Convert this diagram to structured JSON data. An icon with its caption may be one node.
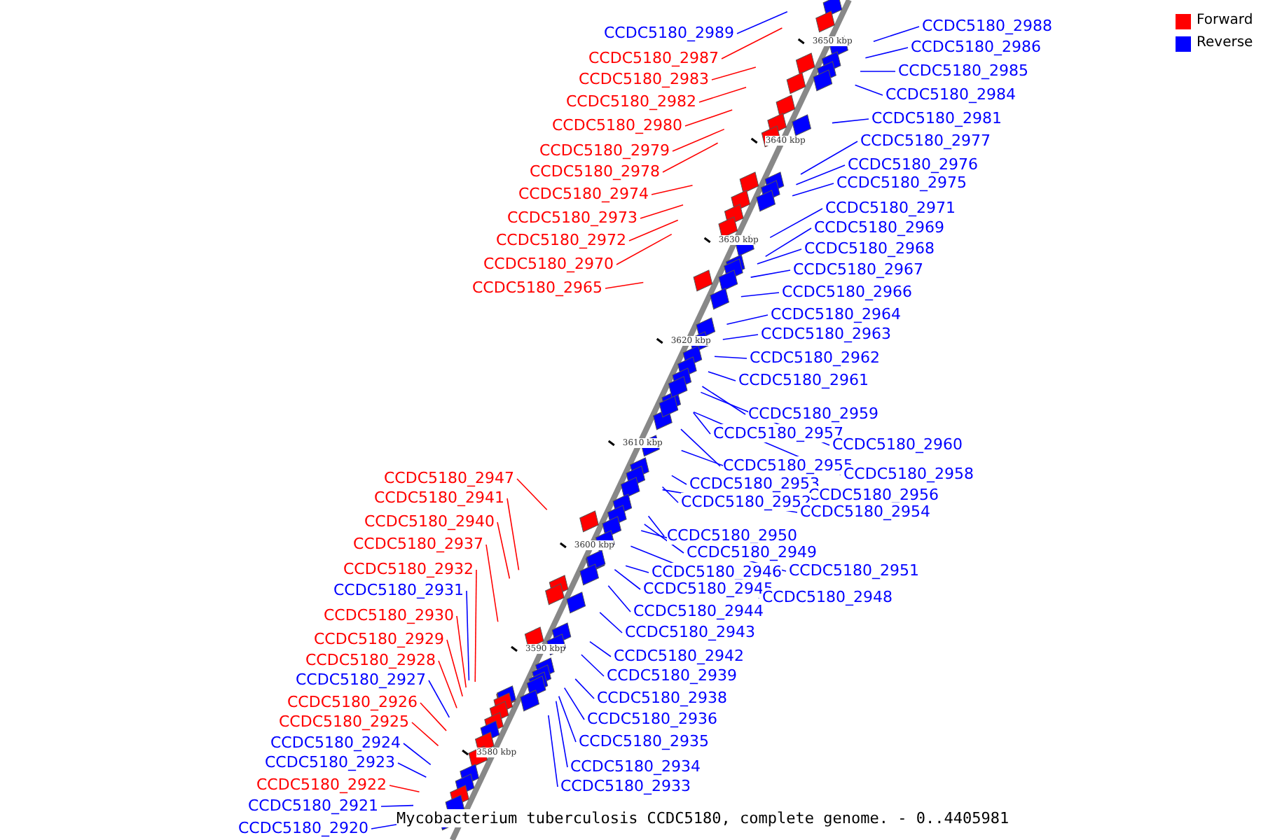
{
  "diagram": {
    "caption": "Mycobacterium tuberculosis CCDC5180, complete genome. - 0..4405981",
    "nodes": [
      {
        "text": [
          "CCDC5180_2988"
        ]
      },
      {
        "text": [
          "CCDC5180_2989"
        ]
      },
      {
        "text": [
          "CCDC5180_2986"
        ]
      },
      {
        "text": [
          "CCDC5180_2987"
        ]
      },
      {
        "text": [
          "CCDC5180_2985"
        ]
      },
      {
        "text": [
          "CCDC5180_2983"
        ]
      },
      {
        "text": [
          "CCDC5180_2984"
        ]
      },
      {
        "text": [
          "CCDC5180_2982"
        ]
      },
      {
        "text": [
          "CCDC5180_2981"
        ]
      },
      {
        "text": [
          "CCDC5180_2980"
        ]
      },
      {
        "text": [
          "CCDC5180_2977"
        ]
      },
      {
        "text": [
          "CCDC5180_2979"
        ]
      },
      {
        "text": [
          "CCDC5180_2976"
        ]
      },
      {
        "text": [
          "CCDC5180_2978"
        ]
      },
      {
        "text": [
          "CCDC5180_2975"
        ]
      },
      {
        "text": [
          "CCDC5180_2974"
        ]
      },
      {
        "text": [
          "CCDC5180_2971"
        ]
      },
      {
        "text": [
          "CCDC5180_2973"
        ]
      },
      {
        "text": [
          "CCDC5180_2969"
        ]
      },
      {
        "text": [
          "CCDC5180_2972"
        ]
      },
      {
        "text": [
          "CCDC5180_2968"
        ]
      },
      {
        "text": [
          "CCDC5180_2970"
        ]
      },
      {
        "text": [
          "CCDC5180_2967"
        ]
      },
      {
        "text": [
          "CCDC5180_2965"
        ]
      },
      {
        "text": [
          "CCDC5180_2966"
        ]
      },
      {
        "text": [
          "CCDC5180_2964"
        ]
      },
      {
        "text": [
          "CCDC5180_2963"
        ]
      },
      {
        "text": [
          "CCDC5180_2962"
        ]
      },
      {
        "text": [
          "CCDC5180_2961"
        ]
      },
      {
        "text": [
          "CCDC5180_2959"
        ]
      },
      {
        "text": [
          "CCDC5180_2957"
        ]
      },
      {
        "text": [
          "CCDC5180_2960"
        ]
      },
      {
        "text": [
          "CCDC5180_2955"
        ]
      },
      {
        "text": [
          "CCDC5180_2958"
        ]
      },
      {
        "text": [
          "CCDC5180_2947"
        ]
      },
      {
        "text": [
          "CCDC5180_2953"
        ]
      },
      {
        "text": [
          "CCDC5180_2956"
        ]
      },
      {
        "text": [
          "CCDC5180_2941"
        ]
      },
      {
        "text": [
          "CCDC5180_2952"
        ]
      },
      {
        "text": [
          "CCDC5180_2954"
        ]
      },
      {
        "text": [
          "CCDC5180_2940"
        ]
      },
      {
        "text": [
          "CCDC5180_2950"
        ]
      },
      {
        "text": [
          "CCDC5180_2937"
        ]
      },
      {
        "text": [
          "CCDC5180_2949"
        ]
      },
      {
        "text": [
          "CCDC5180_2932"
        ]
      },
      {
        "text": [
          "CCDC5180_2951"
        ]
      },
      {
        "text": [
          "CCDC5180_2946"
        ]
      },
      {
        "text": [
          "CCDC5180_2945"
        ]
      },
      {
        "text": [
          "CCDC5180_2931"
        ]
      },
      {
        "text": [
          "CCDC5180_2948"
        ]
      },
      {
        "text": [
          "CCDC5180_2944"
        ]
      },
      {
        "text": [
          "CCDC5180_2930"
        ]
      },
      {
        "text": [
          "CCDC5180_2943"
        ]
      },
      {
        "text": [
          "CCDC5180_2929"
        ]
      },
      {
        "text": [
          "CCDC5180_2942"
        ]
      },
      {
        "text": [
          "CCDC5180_2928"
        ]
      },
      {
        "text": [
          "CCDC5180_2939"
        ]
      },
      {
        "text": [
          "CCDC5180_2927"
        ]
      },
      {
        "text": [
          "CCDC5180_2938"
        ]
      },
      {
        "text": [
          "CCDC5180_2926"
        ]
      },
      {
        "text": [
          "CCDC5180_2936"
        ]
      },
      {
        "text": [
          "CCDC5180_2925"
        ]
      },
      {
        "text": [
          "CCDC5180_2935"
        ]
      },
      {
        "text": [
          "CCDC5180_2924"
        ]
      },
      {
        "text": [
          "CCDC5180_2923"
        ]
      },
      {
        "text": [
          "CCDC5180_2934"
        ]
      },
      {
        "text": [
          "CCDC5180_2922"
        ]
      },
      {
        "text": [
          "CCDC5180_2933"
        ]
      },
      {
        "text": [
          "CCDC5180_2921"
        ]
      },
      {
        "text": [
          "CCDC5180_2920"
        ]
      }
    ],
    "edges": [
      {
        "from": 0,
        "to": null,
        "arrow": "none"
      },
      {
        "from": 1,
        "to": null,
        "arrow": "none"
      },
      {
        "from": 2,
        "to": null,
        "arrow": "none"
      },
      {
        "from": 3,
        "to": null,
        "arrow": "none",
        "color": "#ff0000"
      },
      {
        "from": 4,
        "to": null,
        "arrow": "none"
      },
      {
        "from": 5,
        "to": null,
        "arrow": "none",
        "color": "#ff0000"
      },
      {
        "from": 6,
        "to": null,
        "arrow": "none"
      },
      {
        "from": 7,
        "to": null,
        "arrow": "none",
        "color": "#ff0000"
      },
      {
        "from": 8,
        "to": null,
        "arrow": "none"
      },
      {
        "from": 9,
        "to": null,
        "arrow": "none",
        "color": "#ff0000"
      },
      {
        "from": 10,
        "to": null,
        "arrow": "none"
      },
      {
        "from": 11,
        "to": null,
        "arrow": "none",
        "color": "#ff0000"
      },
      {
        "from": 12,
        "to": null,
        "arrow": "none"
      },
      {
        "from": 13,
        "to": null,
        "arrow": "none",
        "color": "#ff0000"
      },
      {
        "from": 14,
        "to": null,
        "arrow": "none"
      },
      {
        "from": 15,
        "to": null,
        "arrow": "none",
        "color": "#ff0000"
      },
      {
        "from": 16,
        "to": null,
        "arrow": "none"
      },
      {
        "from": 17,
        "to": null,
        "arrow": "none",
        "color": "#ff0000"
      },
      {
        "from": 18,
        "to": null,
        "arrow": "none"
      },
      {
        "from": 19,
        "to": null,
        "arrow": "none",
        "color": "#ff0000"
      },
      {
        "from": 20,
        "to": null,
        "arrow": "none"
      },
      {
        "from": 21,
        "to": null,
        "arrow": "none",
        "color": "#ff0000"
      },
      {
        "from": 22,
        "to": null,
        "arrow": "none"
      },
      {
        "from": 23,
        "to": null,
        "arrow": "none",
        "color": "#ff0000"
      },
      {
        "from": 24,
        "to": null,
        "arrow": "none"
      },
      {
        "from": 25,
        "to": null,
        "arrow": "none"
      },
      {
        "from": 26,
        "to": null,
        "arrow": "none"
      },
      {
        "from": 27,
        "to": null,
        "arrow": "none"
      },
      {
        "from": 28,
        "to": null,
        "arrow": "none"
      },
      {
        "from": 29,
        "to": null,
        "arrow": "none"
      },
      {
        "from": 30,
        "to": null,
        "arrow": "none"
      },
      {
        "from": 31,
        "to": null,
        "arrow": "none"
      },
      {
        "from": 32,
        "to": null,
        "arrow": "none"
      },
      {
        "from": 33,
        "to": null,
        "arrow": "none"
      },
      {
        "from": 34,
        "to": null,
        "arrow": "none",
        "color": "#ff0000"
      },
      {
        "from": 35,
        "to": null,
        "arrow": "none"
      },
      {
        "from": 36,
        "to": null,
        "arrow": "none"
      },
      {
        "from": 37,
        "to": null,
        "arrow": "none",
        "color": "#ff0000"
      },
      {
        "from": 38,
        "to": null,
        "arrow": "none"
      },
      {
        "from": 39,
        "to": null,
        "arrow": "none"
      },
      {
        "from": 40,
        "to": null,
        "arrow": "none",
        "color": "#ff0000"
      },
      {
        "from": 41,
        "to": null,
        "arrow": "none"
      },
      {
        "from": 42,
        "to": null,
        "arrow": "none",
        "color": "#ff0000"
      },
      {
        "from": 43,
        "to": null,
        "arrow": "none"
      },
      {
        "from": 44,
        "to": null,
        "arrow": "none",
        "color": "#ff0000"
      },
      {
        "from": 45,
        "to": null,
        "arrow": "none"
      },
      {
        "from": 46,
        "to": null,
        "arrow": "none"
      },
      {
        "from": 47,
        "to": null,
        "arrow": "none"
      },
      {
        "from": 48,
        "to": null,
        "arrow": "none"
      },
      {
        "from": 49,
        "to": null,
        "arrow": "none"
      },
      {
        "from": 50,
        "to": null,
        "arrow": "none"
      },
      {
        "from": 51,
        "to": null,
        "arrow": "none",
        "color": "#ff0000"
      },
      {
        "from": 52,
        "to": null,
        "arrow": "none"
      },
      {
        "from": 53,
        "to": null,
        "arrow": "none",
        "color": "#ff0000"
      },
      {
        "from": 54,
        "to": null,
        "arrow": "none"
      },
      {
        "from": 55,
        "to": null,
        "arrow": "none",
        "color": "#ff0000"
      },
      {
        "from": 56,
        "to": null,
        "arrow": "none"
      },
      {
        "from": 57,
        "to": null,
        "arrow": "none"
      },
      {
        "from": 58,
        "to": null,
        "arrow": "none"
      },
      {
        "from": 59,
        "to": null,
        "arrow": "none",
        "color": "#ff0000"
      },
      {
        "from": 60,
        "to": null,
        "arrow": "none"
      },
      {
        "from": 61,
        "to": null,
        "arrow": "none",
        "color": "#ff0000"
      },
      {
        "from": 62,
        "to": null,
        "arrow": "none"
      },
      {
        "from": 63,
        "to": null,
        "arrow": "none"
      },
      {
        "from": 64,
        "to": null,
        "arrow": "none"
      },
      {
        "from": 65,
        "to": null,
        "arrow": "none"
      },
      {
        "from": 66,
        "to": null,
        "arrow": "none",
        "color": "#ff0000"
      },
      {
        "from": 67,
        "to": null,
        "arrow": "none"
      },
      {
        "from": 68,
        "to": null,
        "arrow": "none"
      },
      {
        "from": 69,
        "to": null,
        "arrow": "none"
      }
    ],
    "labels": [
      "3650 kbp",
      "3640 kbp",
      "3630 kbp",
      "3620 kbp",
      "3610 kbp",
      "3600 kbp",
      "3590 kbp",
      "3580 kbp"
    ],
    "legend": [
      {
        "text": "Forward",
        "color": "#ff0000"
      },
      {
        "text": "Reverse",
        "color": "#0000ff"
      }
    ]
  }
}
